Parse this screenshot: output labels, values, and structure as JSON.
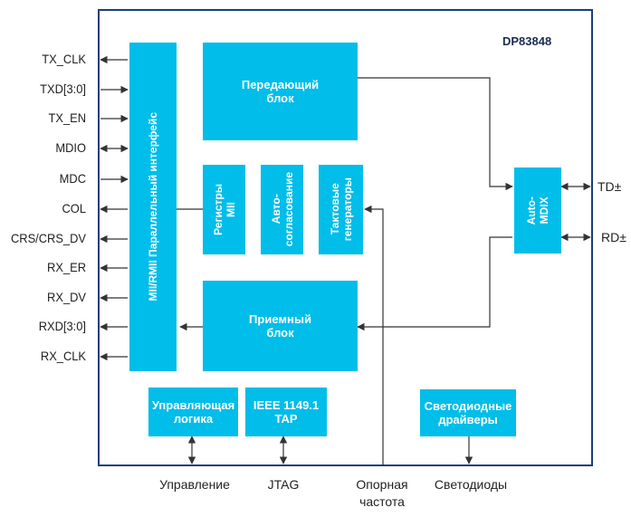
{
  "chip_name": "DP83848",
  "left_pins": [
    "TX_CLK",
    "TXD[3:0]",
    "TX_EN",
    "MDIO",
    "MDC",
    "COL",
    "CRS/CRS_DV",
    "RX_ER",
    "RX_DV",
    "RXD[3:0]",
    "RX_CLK"
  ],
  "right_pins": [
    "TD±",
    "RD±"
  ],
  "blocks": {
    "mii_interface": "MII/RMII Параллельный интерфейс",
    "transmit": "Передающий\nблок",
    "mii_registers": "Регистры\nMII",
    "autoneg": "Авто-\nсогласование",
    "clock_gen": "Тактовые\nгенераторы",
    "receive": "Приемный\nблок",
    "auto_mdix": "Auto-\nMDIX",
    "control_logic": "Управляющая\nлогика",
    "jtag_tap": "IEEE 1149.1\nTAP",
    "led_drivers": "Светодиодные\nдрайверы"
  },
  "bottom_labels": {
    "control": "Управление",
    "jtag": "JTAG",
    "ref_clock": "Опорная\nчастота",
    "leds": "Светодиоды"
  },
  "colors": {
    "block": "#00bde9",
    "border": "#1a3f7a",
    "line": "#333333"
  }
}
